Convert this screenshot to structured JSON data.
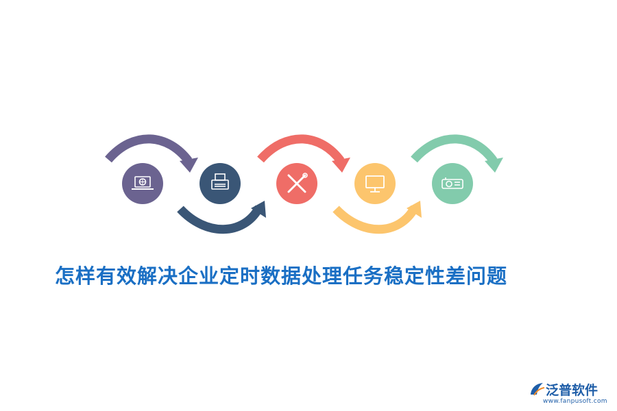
{
  "title": "怎样有效解决企业定时数据处理任务稳定性差问题",
  "watermark": {
    "name": "泛普软件",
    "url": "www.fanpusoft.com"
  },
  "steps": [
    {
      "icon": "laptop-globe-icon",
      "color": "#6b6390"
    },
    {
      "icon": "printer-icon",
      "color": "#3a5676"
    },
    {
      "icon": "tools-icon",
      "color": "#ef6d67"
    },
    {
      "icon": "monitor-icon",
      "color": "#fcc56d"
    },
    {
      "icon": "projector-icon",
      "color": "#82cbac"
    }
  ]
}
